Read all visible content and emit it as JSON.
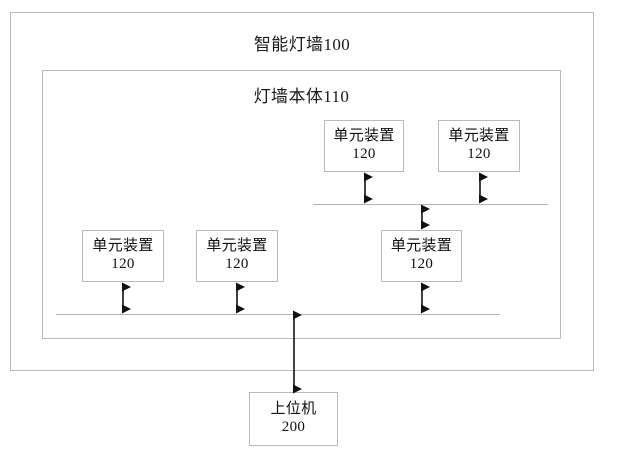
{
  "diagram": {
    "outer_block": {
      "label": "智能灯墙100"
    },
    "inner_block": {
      "label": "灯墙本体110"
    },
    "units": [
      {
        "id": "unit-top-1",
        "name": "单元装置",
        "ref": "120"
      },
      {
        "id": "unit-top-2",
        "name": "单元装置",
        "ref": "120"
      },
      {
        "id": "unit-mid-1",
        "name": "单元装置",
        "ref": "120"
      },
      {
        "id": "unit-mid-2",
        "name": "单元装置",
        "ref": "120"
      },
      {
        "id": "unit-mid-3",
        "name": "单元装置",
        "ref": "120"
      }
    ],
    "host": {
      "name": "上位机",
      "ref": "200"
    },
    "buses": [
      {
        "id": "bus-upper",
        "label": ""
      },
      {
        "id": "bus-lower",
        "label": ""
      }
    ],
    "colors": {
      "frame_stroke": "#b9b9b9",
      "bus_stroke": "#b5b5b5",
      "arrow_stroke": "#111111",
      "text": "#111111",
      "background": "#ffffff"
    }
  }
}
